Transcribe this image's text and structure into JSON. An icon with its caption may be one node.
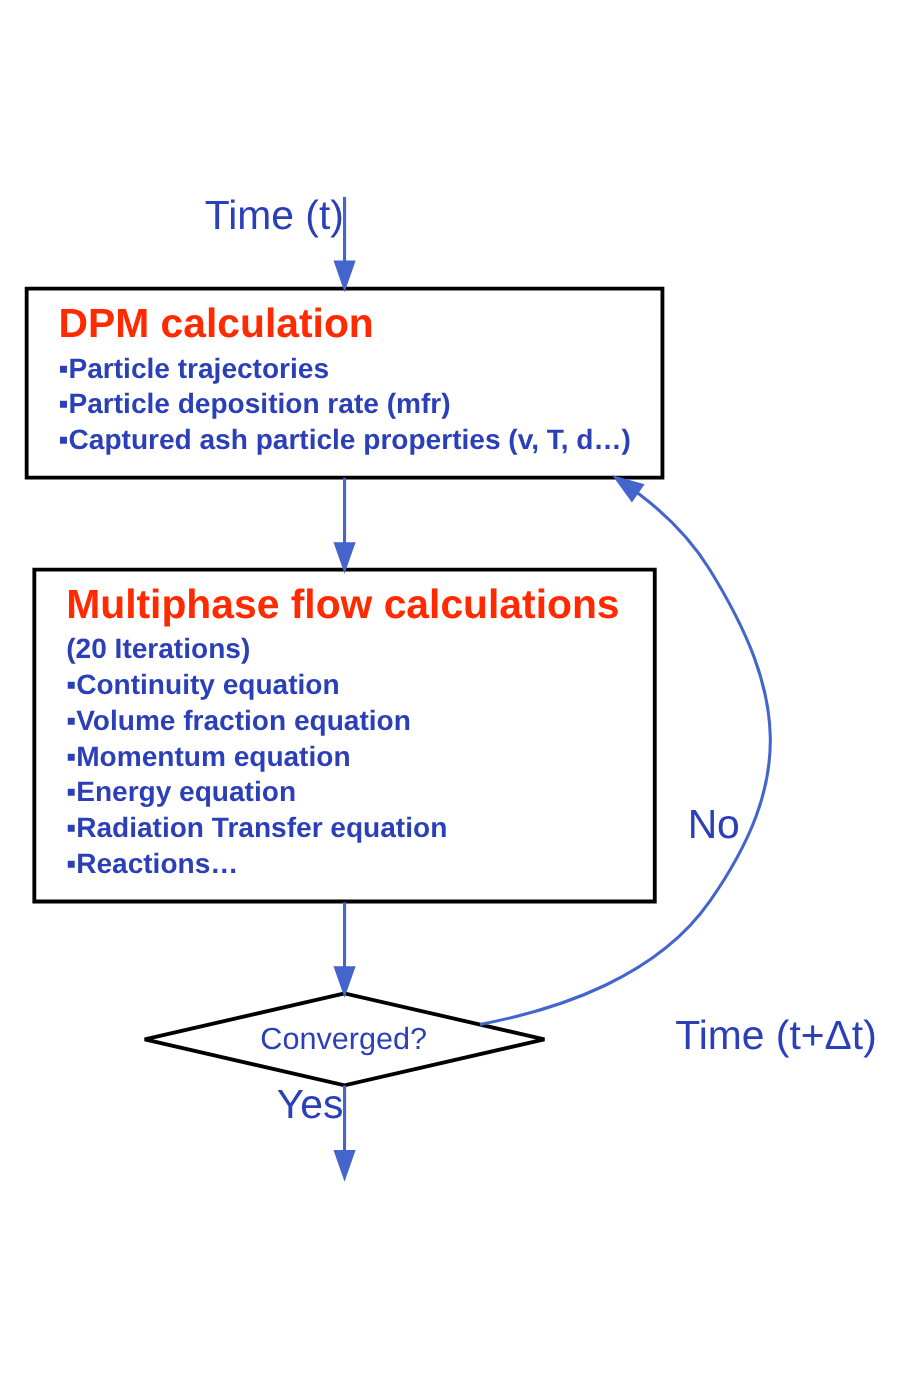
{
  "diagram": {
    "nodes": [
      {
        "text": [
          "DPM calculation",
          "▪Particle trajectories",
          "▪Particle deposition rate (mfr)",
          "▪Captured ash particle properties (v, T, d…)"
        ]
      },
      {
        "text": [
          "Multiphase flow calculations",
          "(20 Iterations)",
          "▪Continuity equation",
          "▪Volume fraction equation",
          "▪Momentum equation",
          "▪Energy equation",
          "▪Radiation Transfer equation",
          "▪Reactions…"
        ]
      },
      {
        "text": [
          "Converged?"
        ]
      }
    ],
    "edges": [
      {
        "from": null,
        "to": 0,
        "arrow": "to",
        "label": "Time (t)"
      },
      {
        "from": 0,
        "to": 1,
        "arrow": "to"
      },
      {
        "from": 1,
        "to": 2,
        "arrow": "to"
      },
      {
        "from": 2,
        "to": 0,
        "arrow": "to",
        "label": "No"
      },
      {
        "from": 2,
        "to": null,
        "arrow": "to",
        "label": "Yes"
      }
    ],
    "labels": [
      "Time (t+Δt)"
    ]
  }
}
